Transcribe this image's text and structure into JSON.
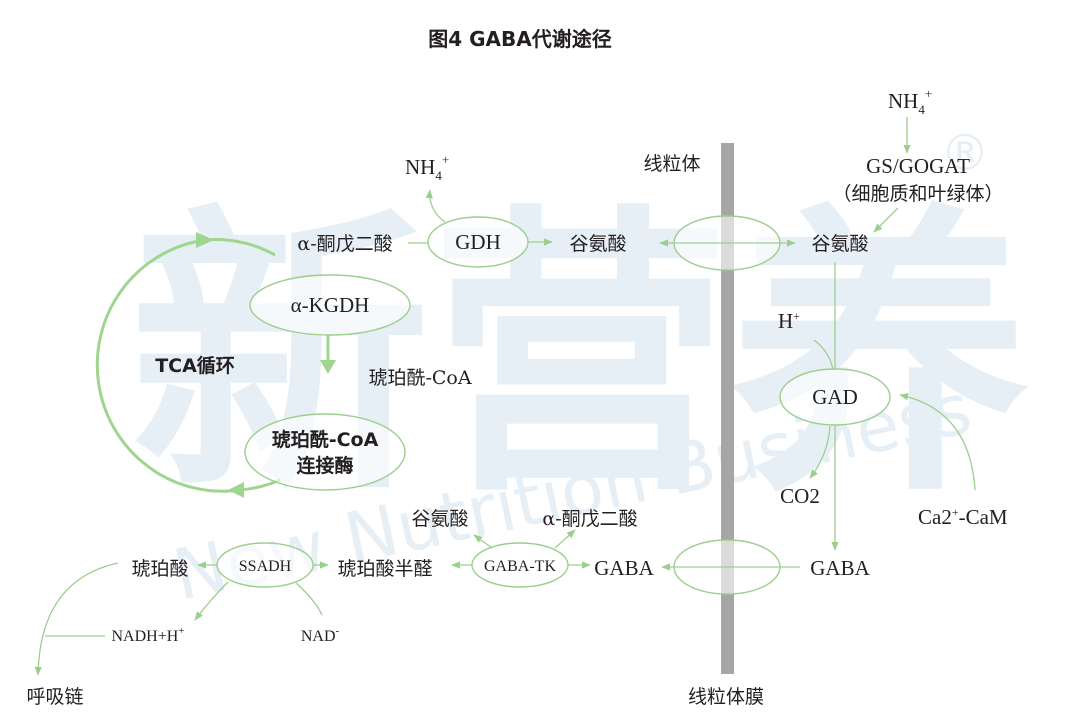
{
  "title": "图4 GABA代谢途径",
  "watermark": {
    "cn": "新营养",
    "en": "New Nutrition Business",
    "reg": "®"
  },
  "colors": {
    "arrow": "#9ccf8c",
    "membrane": "#a6a6a6",
    "text": "#231f20"
  },
  "mitochondria_label": "线粒体",
  "membrane_label": "线粒体膜",
  "tca": {
    "label": "TCA循环",
    "akgdh": "α-KGDH",
    "succinyl_coa": "琥珀酰-CoA",
    "ligase_line1": "琥珀酰-CoA",
    "ligase_line2": "连接酶"
  },
  "gdh": {
    "enzyme": "GDH",
    "substrate": "α-酮戊二酸",
    "product": "谷氨酸",
    "nh4": {
      "base": "NH",
      "sub": "4",
      "sup": "+"
    }
  },
  "cytosol": {
    "nh4": {
      "base": "NH",
      "sub": "4",
      "sup": "+"
    },
    "gs_gogat": "GS/GOGAT",
    "gs_location": "（细胞质和叶绿体）",
    "glutamate": "谷氨酸",
    "h_plus": {
      "base": "H",
      "sup": "+"
    },
    "gad": "GAD",
    "co2": "CO2",
    "cacam": {
      "a": "Ca2",
      "sup": "+",
      "b": "-CaM"
    },
    "gaba": "GABA"
  },
  "shunt": {
    "gaba": "GABA",
    "gaba_tk": "GABA-TK",
    "glutamate": "谷氨酸",
    "akg": "α-酮戊二酸",
    "ssa": "琥珀酸半醛",
    "ssadh": "SSADH",
    "succinate": "琥珀酸",
    "nadh": {
      "base": "NADH+H",
      "sup": "+"
    },
    "nad": {
      "base": "NAD",
      "sup": "-"
    },
    "resp_chain": "呼吸链"
  }
}
